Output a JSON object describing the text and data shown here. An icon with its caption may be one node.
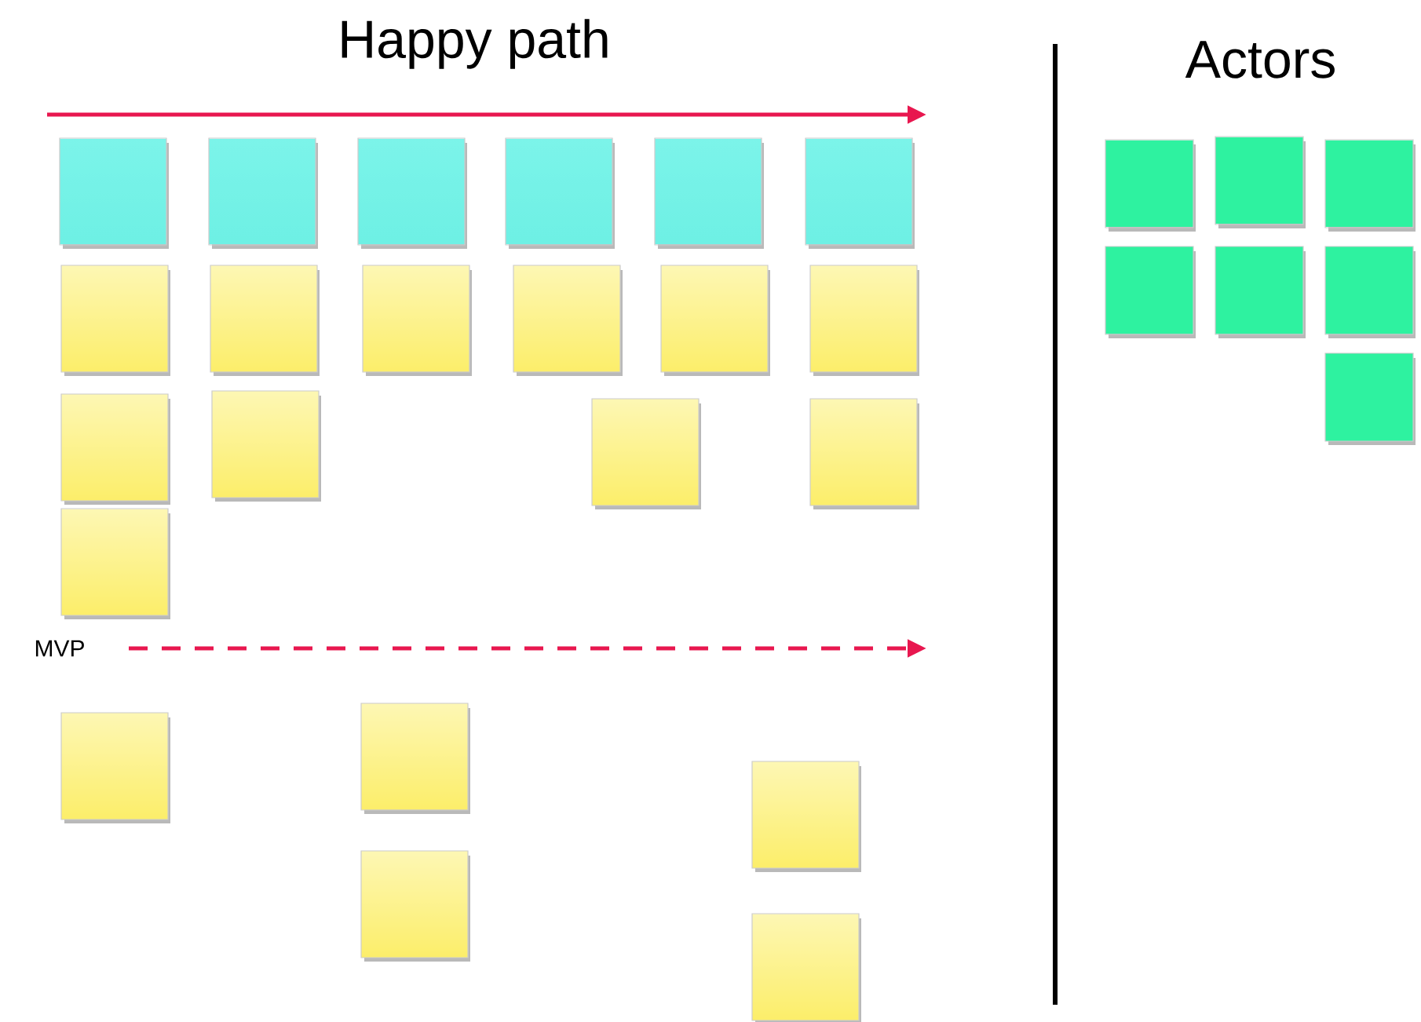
{
  "diagram": {
    "nodes": [
      {
        "text": [],
        "shape": "box"
      },
      {
        "text": [],
        "shape": "box"
      },
      {
        "text": [],
        "shape": "box"
      },
      {
        "text": [],
        "shape": "box"
      },
      {
        "text": [],
        "shape": "box"
      },
      {
        "text": [],
        "shape": "box"
      },
      {
        "text": [],
        "shape": "box"
      },
      {
        "text": [],
        "shape": "box"
      },
      {
        "text": [],
        "shape": "box"
      },
      {
        "text": [],
        "shape": "box"
      },
      {
        "text": [],
        "shape": "box"
      },
      {
        "text": [],
        "shape": "box"
      },
      {
        "text": [],
        "shape": "box"
      },
      {
        "text": [],
        "shape": "box"
      },
      {
        "text": [],
        "shape": "box"
      },
      {
        "text": [],
        "shape": "box"
      },
      {
        "text": [],
        "shape": "box"
      },
      {
        "text": [],
        "shape": "box"
      },
      {
        "text": [],
        "shape": "box"
      },
      {
        "text": [],
        "shape": "box"
      },
      {
        "text": [],
        "shape": "box"
      },
      {
        "text": [],
        "shape": "box"
      },
      {
        "text": [],
        "shape": "box"
      },
      {
        "text": [],
        "shape": "box"
      },
      {
        "text": [],
        "shape": "box"
      },
      {
        "text": [],
        "shape": "box"
      },
      {
        "text": [],
        "shape": "box"
      },
      {
        "text": [],
        "shape": "box"
      },
      {
        "text": [],
        "shape": "box"
      }
    ],
    "labels": [
      "Happy path",
      "Actors",
      "MVP"
    ]
  }
}
